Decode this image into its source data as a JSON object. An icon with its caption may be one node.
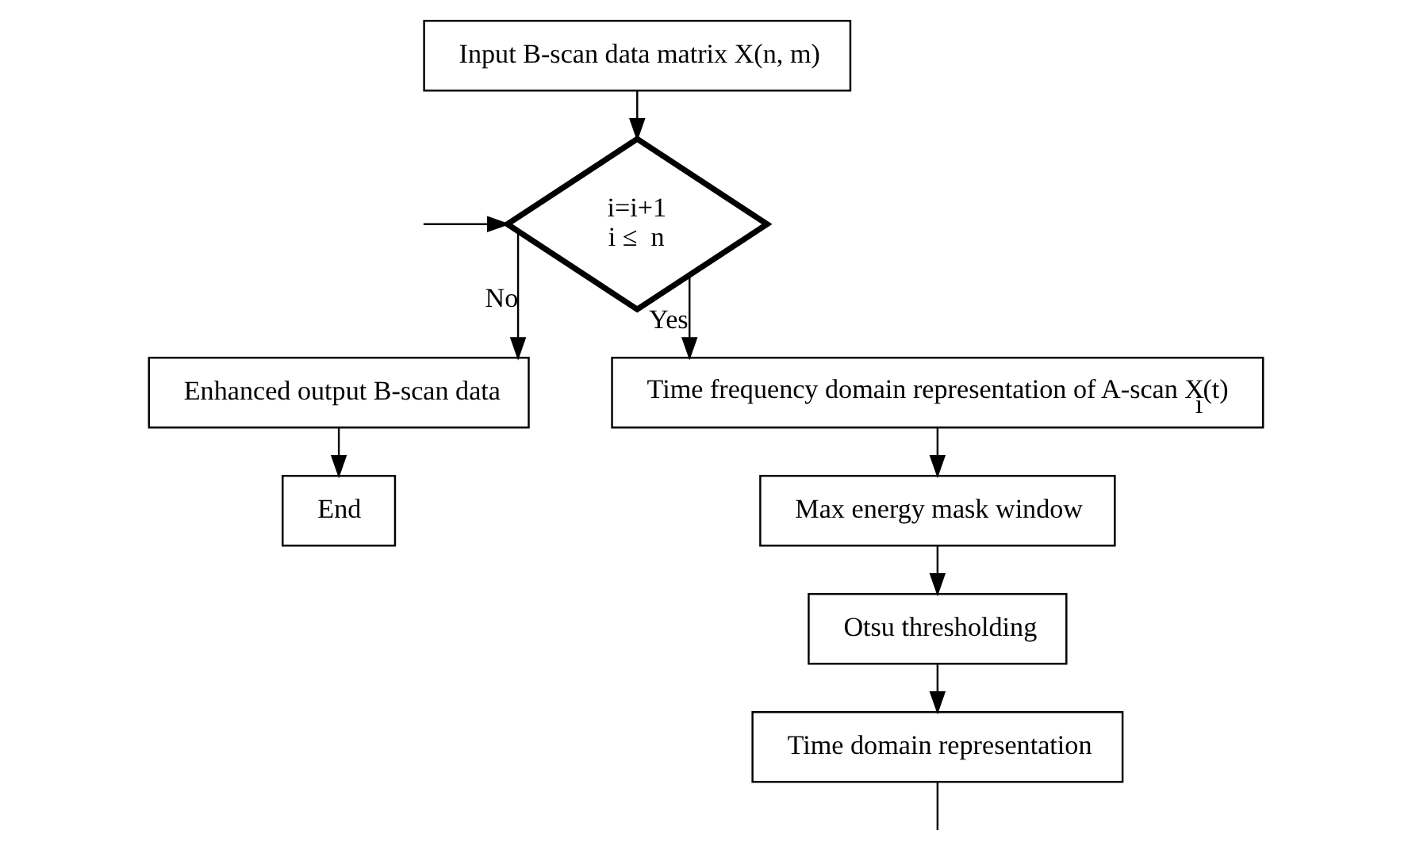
{
  "diagram": {
    "nodes": [
      {
        "text": [
          "Input B-scan data matrix X(n, m)"
        ]
      },
      {
        "text": [
          "i=i+1",
          "i ≤  n"
        ]
      },
      {
        "text": [
          "Enhanced output B-scan data"
        ]
      },
      {
        "text": [
          "End"
        ]
      },
      {
        "text": [
          "Time frequency domain representation of A-scan X$_{i}$(t)"
        ]
      },
      {
        "text": [
          "Max energy mask window"
        ]
      },
      {
        "text": [
          "Otsu thresholding"
        ]
      },
      {
        "text": [
          "Time domain representation"
        ]
      }
    ],
    "edges": [
      {
        "from": 0,
        "to": 1,
        "arrow": "to"
      },
      {
        "from": null,
        "to": 1,
        "arrow": "to"
      },
      {
        "from": 1,
        "to": 2,
        "arrow": "to",
        "label": "No"
      },
      {
        "from": 2,
        "to": 3,
        "arrow": "to"
      },
      {
        "from": 1,
        "to": 4,
        "arrow": "to",
        "label": "Yes"
      },
      {
        "from": 4,
        "to": 5,
        "arrow": "to"
      },
      {
        "from": 5,
        "to": 6,
        "arrow": "to"
      },
      {
        "from": 6,
        "to": 7,
        "arrow": "to"
      },
      {
        "from": 7,
        "to": null,
        "arrow": "none"
      }
    ]
  }
}
